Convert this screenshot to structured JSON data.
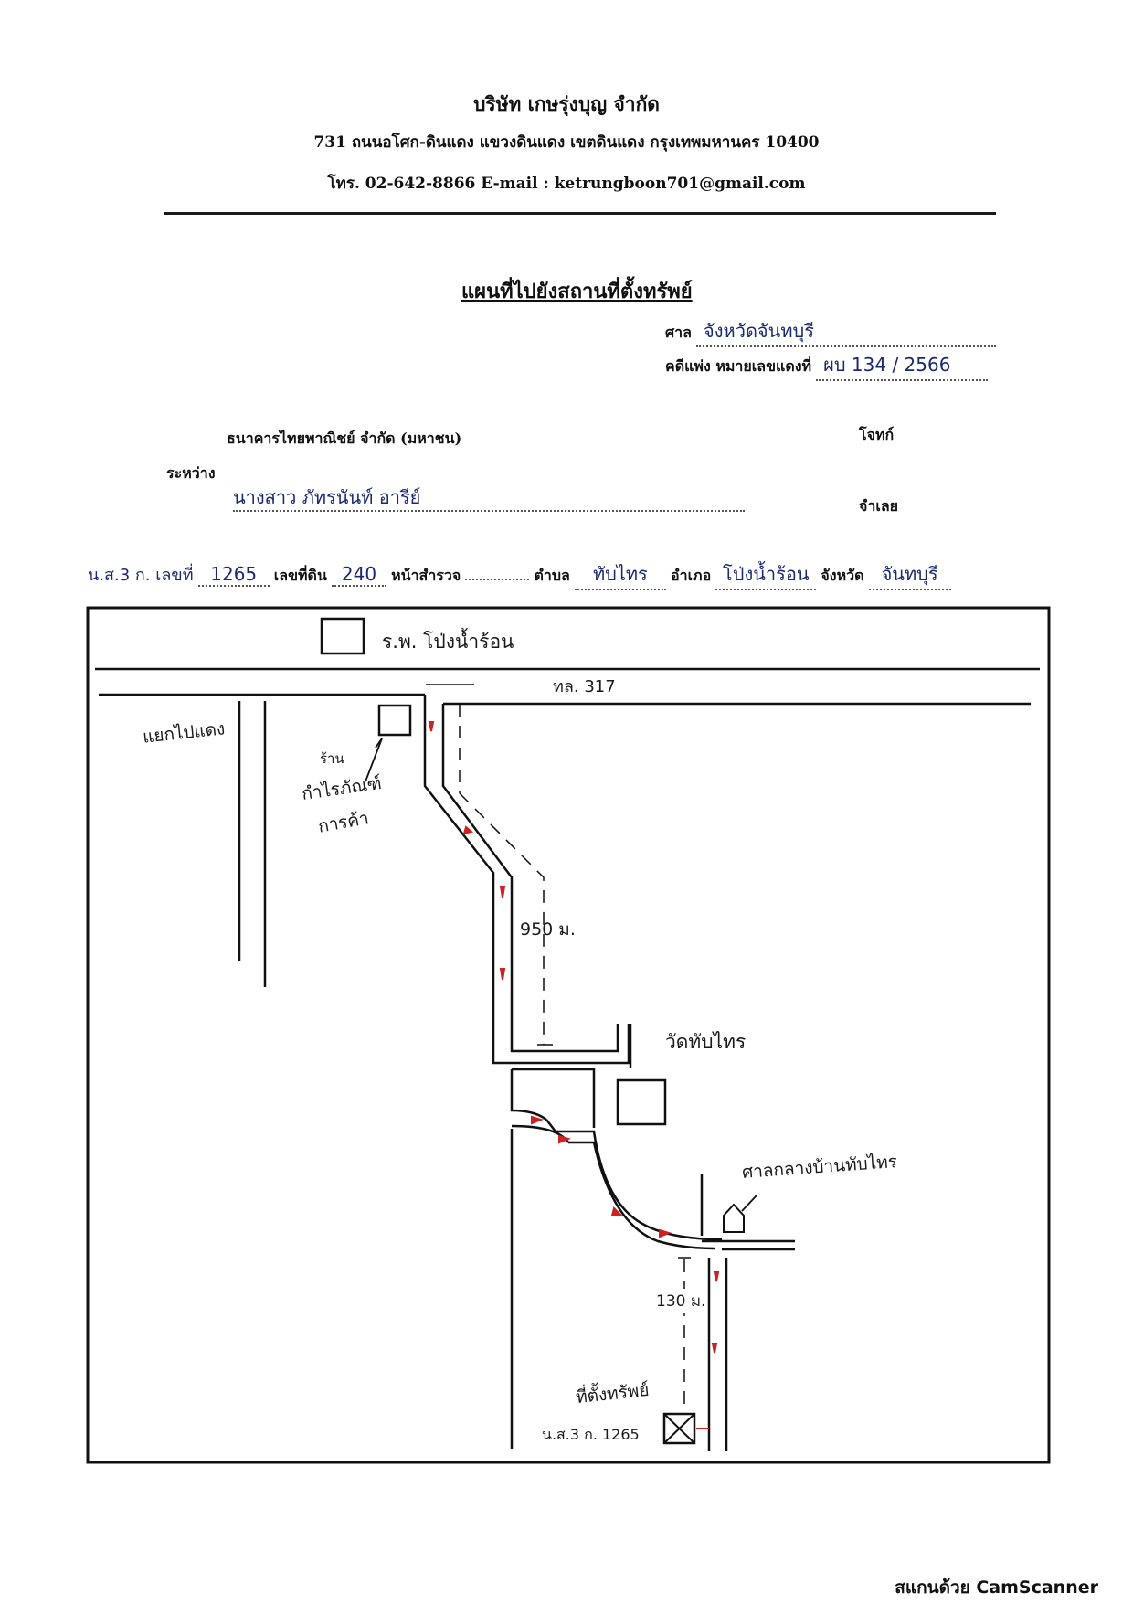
{
  "header": {
    "company": "บริษัท เกษรุ่งบุญ จำกัด",
    "address": "731 ถนนอโศก-ดินแดง แขวงดินแดง เขตดินแดง กรุงเทพมหานคร 10400",
    "contact": "โทร. 02-642-8866 E-mail : ketrungboon701@gmail.com"
  },
  "document": {
    "title": "แผนที่ไปยังสถานที่ตั้งทรัพย์",
    "court_label": "ศาล",
    "court_value": "จังหวัดจันทบุรี",
    "case_label": "คดีแพ่ง หมายเลขแดงที่",
    "case_value": "ผบ 134 / 2566",
    "plaintiff": "ธนาคารไทยพาณิชย์ จำกัด (มหาชน)",
    "plaintiff_role": "โจทก์",
    "between_label": "ระหว่าง",
    "defendant": "นางสาว ภัทรนันท์ อารีย์",
    "defendant_role": "จำเลย"
  },
  "land": {
    "doc_label": "น.ส.3 ก. เลขที่",
    "doc_value": "1265",
    "parcel_label": "เลขที่ดิน",
    "parcel_value": "240",
    "survey_label": "หน้าสำรวจ",
    "survey_value": "",
    "subdistrict_label": "ตำบล",
    "subdistrict_value": "ทับไทร",
    "district_label": "อำเภอ",
    "district_value": "โป่งน้ำร้อน",
    "province_label": "จังหวัด",
    "province_value": "จันทบุรี"
  },
  "map": {
    "hospital": "ร.พ. โป่งน้ำร้อน",
    "highway": "ทล. 317",
    "junction": "แยกไปแดง",
    "shop_line1": "ร้าน",
    "shop_line2": "กำไรภัณฑ์",
    "shop_line3": "การค้า",
    "distance1": "950 ม.",
    "temple": "วัดทับไทร",
    "shrine": "ศาลกลางบ้านทับไทร",
    "distance2": "130 ม.",
    "property_line1": "ที่ตั้งทรัพย์",
    "property_line2": "น.ส.3 ก. 1265",
    "route_color": "#cc2222"
  },
  "footer": {
    "scanner": "สแกนด้วย CamScanner"
  }
}
